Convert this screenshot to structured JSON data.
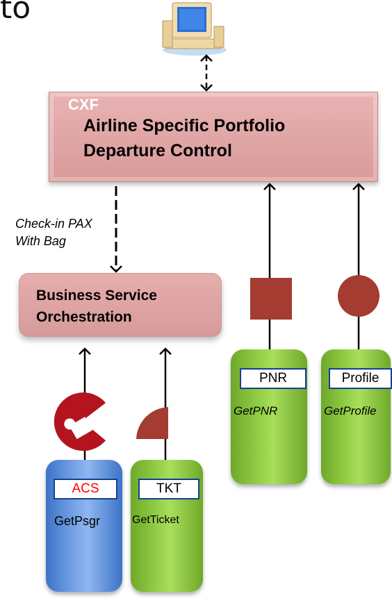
{
  "title_fragment": "to",
  "top_layer": {
    "tag": "CXF",
    "line1": "Airline Specific Portfolio",
    "line2": "Departure Control"
  },
  "orchestration": {
    "line1": "Business Service",
    "line2": "Orchestration"
  },
  "flow_label": {
    "line1": "Check-in PAX",
    "line2": "With Bag"
  },
  "services": [
    {
      "tag": "ACS",
      "name": "GetPsgr",
      "tag_color": "#ff0000",
      "style": "blue"
    },
    {
      "tag": "TKT",
      "name": "GetTicket",
      "tag_color": "#000000",
      "style": "green"
    },
    {
      "tag": "PNR",
      "name": "GetPNR",
      "tag_color": "#000000",
      "style": "green"
    },
    {
      "tag": "Profile",
      "name": "GetProfile",
      "tag_color": "#000000",
      "style": "green"
    }
  ],
  "icons": [
    "computer-icon",
    "pie-chart-icon",
    "quarter-circle-icon",
    "square-icon",
    "circle-icon"
  ],
  "colors": {
    "box_pink": "#dca0a0",
    "shape_red": "#a43c32",
    "pie_red": "#b4141e",
    "pill_green": "#8cc63f",
    "pill_blue": "#6f9de0",
    "tag_border": "#123f8f"
  }
}
